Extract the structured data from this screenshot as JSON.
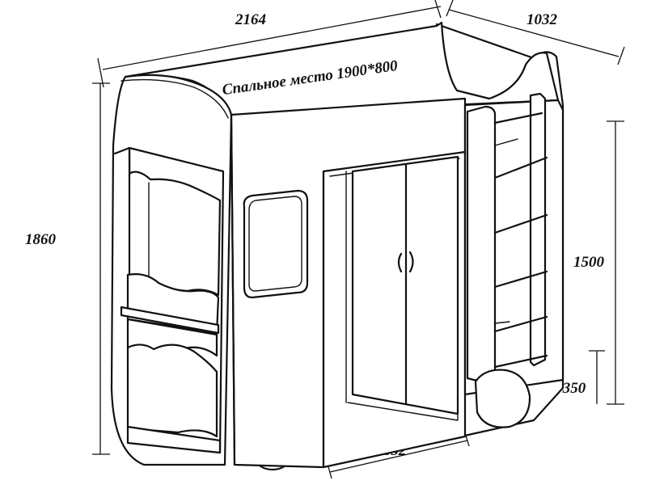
{
  "dimensions": {
    "length": "2164",
    "depth": "1032",
    "height": "1860",
    "ladder_height": "1500",
    "step_height": "350",
    "wardrobe_width": "852"
  },
  "labels": {
    "sleeping_place": "Спальное место 1900*800"
  },
  "colors": {
    "stroke": "#111111",
    "background": "#ffffff"
  }
}
